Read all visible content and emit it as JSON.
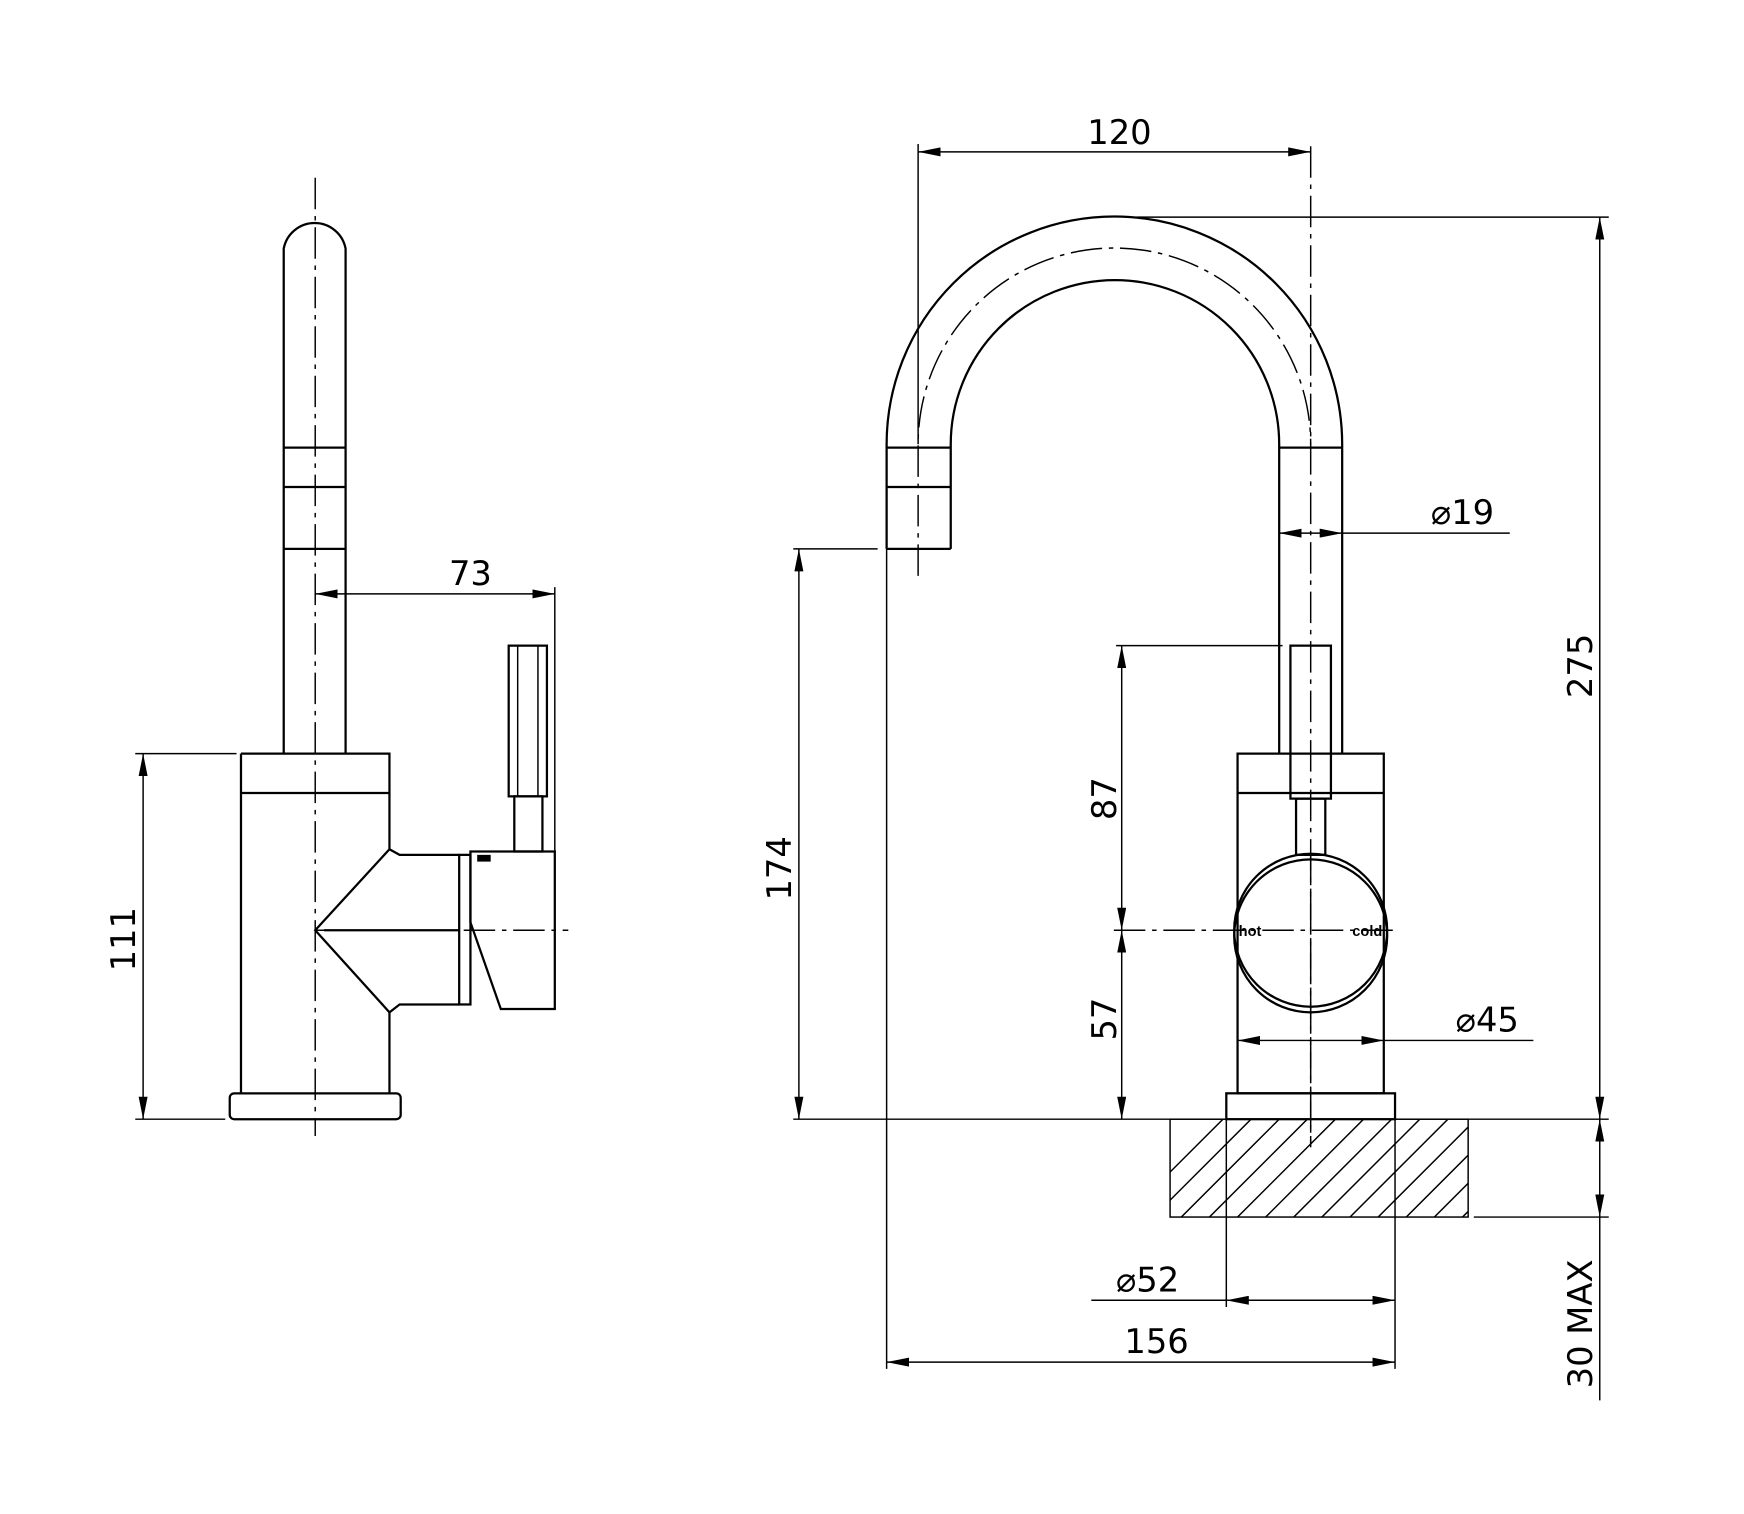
{
  "drawing": {
    "side_view": {
      "dim_reach": "73",
      "dim_body_height": "111"
    },
    "front_view": {
      "dim_spout_reach": "120",
      "dim_overall_height": "275",
      "dim_spout_outlet_height": "174",
      "dim_lever_height": "87",
      "dim_handle_center_height": "57",
      "dim_spout_diameter": "⌀19",
      "dim_body_diameter": "⌀45",
      "dim_base_diameter": "⌀52",
      "dim_overall_width": "156",
      "dim_bench_thickness": "30 MAX",
      "label_hot": "hot",
      "label_cold": "cold"
    }
  }
}
